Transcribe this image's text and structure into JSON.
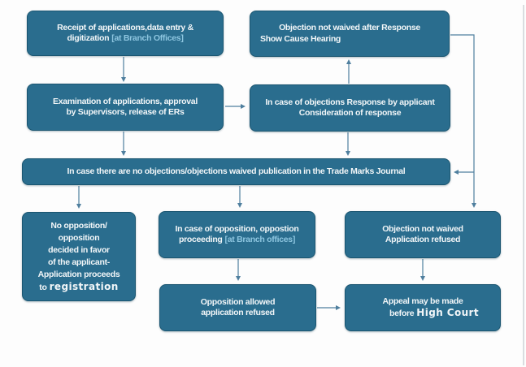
{
  "diagram": {
    "description": "Trade marks application process flowchart",
    "colors": {
      "box_fill": "#2a6d8e",
      "box_border": "#1b5671",
      "box_text": "#f2f6f8",
      "highlight_text": "#8ec6e0",
      "connector": "#4f7f9e",
      "background": "#fdfdfd"
    },
    "nodes": {
      "receipt": {
        "line1": "Receipt of applications,data entry &",
        "line2": "digitization",
        "line2_highlight": "[at Branch Offices]"
      },
      "objection_hearing": {
        "line1": "Objection not waived after Response",
        "line2": "Show Cause Hearing"
      },
      "examination": {
        "line1": "Examination of applications, approval",
        "line2": "by Supervisors, release of ERs"
      },
      "objections_response": {
        "line1": "In case of objections Response by applicant",
        "line2": "Consideration of response"
      },
      "publication": {
        "text": "In case there are no objections/objections waived publication in the Trade Marks Journal"
      },
      "no_opposition": {
        "line1": "No opposition/",
        "line2": "opposition",
        "line3": "decided in favor",
        "line4": "of the applicant-",
        "line5": "Application proceeds",
        "line6": "to",
        "line6_alt": "registration"
      },
      "opposition_proceeding": {
        "line1": "In case of opposition, oppostion",
        "line2": "proceeding",
        "line2_highlight": "[at Branch offices]"
      },
      "objection_refused": {
        "line1": "Objection not waived",
        "line2": "Application refused"
      },
      "opposition_allowed": {
        "line1": "Opposition allowed",
        "line2": "application refused"
      },
      "appeal": {
        "line1": "Appeal may be made",
        "line2": "before",
        "line2_alt": "High Court"
      }
    }
  }
}
